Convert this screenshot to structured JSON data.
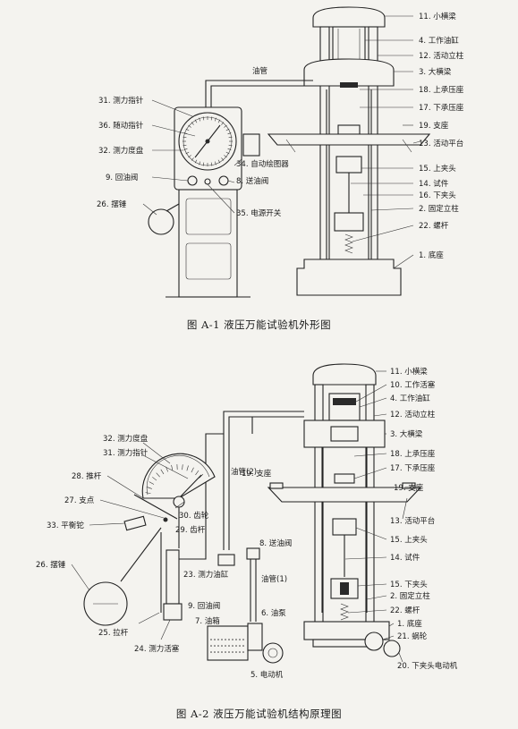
{
  "figure1": {
    "caption": "图 A-1  液压万能试验机外形图",
    "labels": [
      {
        "id": "l11",
        "text": "11. 小横梁"
      },
      {
        "id": "l4",
        "text": "4. 工作油缸"
      },
      {
        "id": "l12",
        "text": "12. 活动立柱"
      },
      {
        "id": "l3",
        "text": "3. 大横梁"
      },
      {
        "id": "l18",
        "text": "18. 上承压座"
      },
      {
        "id": "l17",
        "text": "17. 下承压座"
      },
      {
        "id": "l19",
        "text": "19. 支座"
      },
      {
        "id": "l13",
        "text": "13. 活动平台"
      },
      {
        "id": "l15",
        "text": "15. 上夹头"
      },
      {
        "id": "l14",
        "text": "14. 试件"
      },
      {
        "id": "l16",
        "text": "16. 下夹头"
      },
      {
        "id": "l2",
        "text": "2. 固定立柱"
      },
      {
        "id": "l22",
        "text": "22. 螺杆"
      },
      {
        "id": "l1",
        "text": "1. 底座"
      },
      {
        "id": "lpipe",
        "text": "油管"
      },
      {
        "id": "l31",
        "text": "31. 测力指针"
      },
      {
        "id": "l36",
        "text": "36. 随动指针"
      },
      {
        "id": "l32",
        "text": "32. 测力度盘"
      },
      {
        "id": "l34",
        "text": "34. 自动绘图器"
      },
      {
        "id": "l9",
        "text": "9. 回油阀"
      },
      {
        "id": "l8",
        "text": "8. 送油阀"
      },
      {
        "id": "l26",
        "text": "26. 摆锤"
      },
      {
        "id": "l35",
        "text": "35. 电源开关"
      }
    ]
  },
  "figure2": {
    "caption": "图 A-2  液压万能试验机结构原理图",
    "labels": [
      {
        "id": "m11",
        "text": "11. 小横梁"
      },
      {
        "id": "m10",
        "text": "10. 工作活塞"
      },
      {
        "id": "m4",
        "text": "4. 工作油缸"
      },
      {
        "id": "m12",
        "text": "12. 活动立柱"
      },
      {
        "id": "m3",
        "text": "3. 大横梁"
      },
      {
        "id": "m18",
        "text": "18. 上承压座"
      },
      {
        "id": "m17",
        "text": "17. 下承压座"
      },
      {
        "id": "m19a",
        "text": "19. 支座"
      },
      {
        "id": "m19b",
        "text": "19. 支座"
      },
      {
        "id": "m13",
        "text": "13. 活动平台"
      },
      {
        "id": "m15",
        "text": "15. 上夹头"
      },
      {
        "id": "m14",
        "text": "14. 试件"
      },
      {
        "id": "m16",
        "text": "15. 下夹头"
      },
      {
        "id": "m2",
        "text": "2. 固定立柱"
      },
      {
        "id": "m22",
        "text": "22. 螺杆"
      },
      {
        "id": "m1",
        "text": "1. 底座"
      },
      {
        "id": "m21",
        "text": "21. 蜗轮"
      },
      {
        "id": "m20",
        "text": "20. 下夹头电动机"
      },
      {
        "id": "m32",
        "text": "32. 测力度盘"
      },
      {
        "id": "m31",
        "text": "31. 测力指针"
      },
      {
        "id": "m28",
        "text": "28. 推杆"
      },
      {
        "id": "m27",
        "text": "27. 支点"
      },
      {
        "id": "m33",
        "text": "33. 平衡铊"
      },
      {
        "id": "m30",
        "text": "30. 齿轮"
      },
      {
        "id": "m29",
        "text": "29. 齿杆"
      },
      {
        "id": "m26",
        "text": "26. 摆锤"
      },
      {
        "id": "m23",
        "text": "23. 测力油缸"
      },
      {
        "id": "m9",
        "text": "9. 回油阀"
      },
      {
        "id": "m8",
        "text": "8. 送油阀"
      },
      {
        "id": "mp2",
        "text": "油管(2)"
      },
      {
        "id": "mp1",
        "text": "油管(1)"
      },
      {
        "id": "m6",
        "text": "6. 油泵"
      },
      {
        "id": "m7",
        "text": "7. 油箱"
      },
      {
        "id": "m5",
        "text": "5. 电动机"
      },
      {
        "id": "m25",
        "text": "25. 拉杆"
      },
      {
        "id": "m24",
        "text": "24. 测力活塞"
      }
    ]
  }
}
